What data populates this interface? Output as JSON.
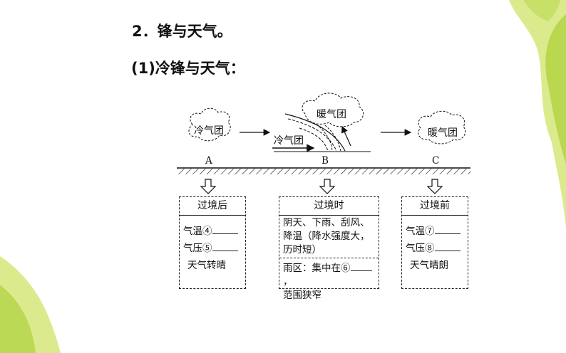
{
  "heading": {
    "section": "2．锋与天气。",
    "sub": "(1)冷锋与天气："
  },
  "diagram": {
    "clouds": {
      "left": "冷气团",
      "middle_cold": "冷气团",
      "middle_warm": "暖气团",
      "right": "暖气团"
    },
    "stations": {
      "a": "A",
      "b": "B",
      "c": "C"
    },
    "boxes": {
      "after": {
        "title": "过境后",
        "temp_label": "气温④",
        "pressure_label": "气压⑤",
        "weather": "天气转晴"
      },
      "during": {
        "title": "过境时",
        "desc_line1": "阴天、下雨、刮风、",
        "desc_line2": "降温（降水强度大，",
        "desc_line3": "历时短）",
        "rain_line1": "雨区：集中在⑥",
        "rain_comma": "，",
        "rain_line2": "范围狭窄"
      },
      "before": {
        "title": "过境前",
        "temp_label": "气温⑦",
        "pressure_label": "气压⑧",
        "weather": "天气晴朗"
      }
    }
  },
  "colors": {
    "leaf_green": "#b5d64a",
    "leaf_light": "#e4f09a",
    "ink": "#111111"
  }
}
